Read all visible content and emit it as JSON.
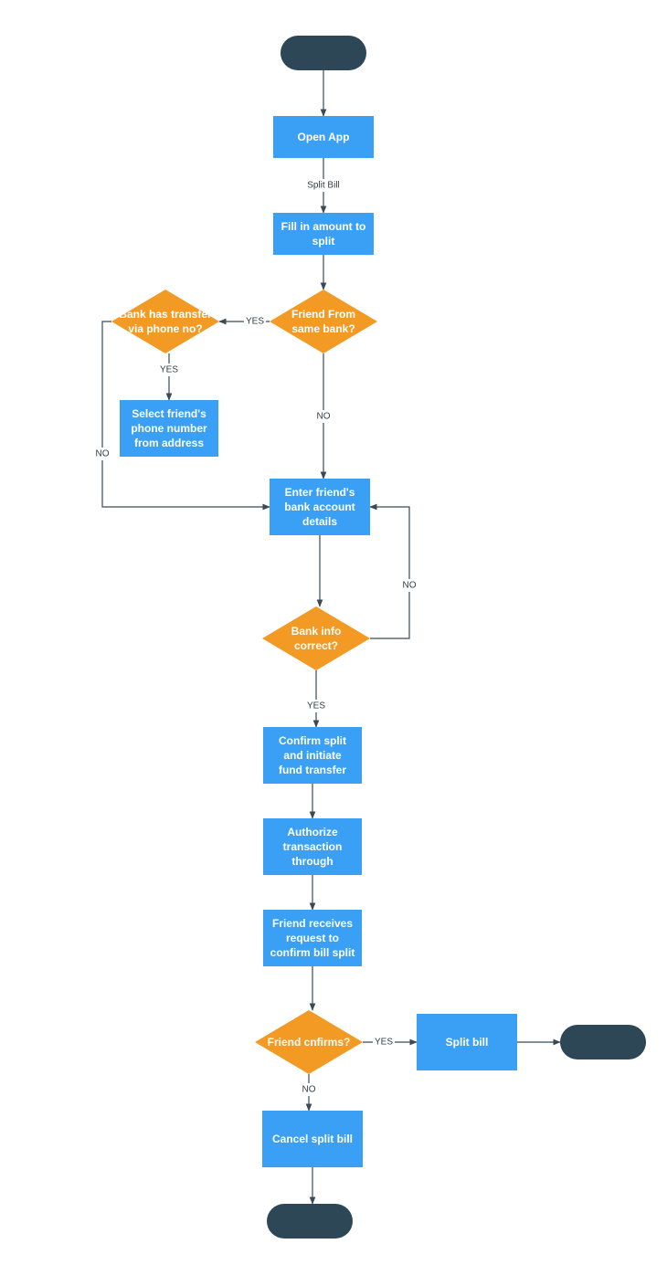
{
  "colors": {
    "process": "#3aa0f5",
    "decision": "#f39a24",
    "terminal": "#2e4756",
    "edge": "#3a4a57",
    "label_text": "#333d47"
  },
  "nodes": [
    {
      "id": "start",
      "shape": "terminal",
      "lines": []
    },
    {
      "id": "open_app",
      "shape": "process",
      "lines": [
        "Open App"
      ]
    },
    {
      "id": "fill_amount",
      "shape": "process",
      "lines": [
        "Fill in amount to",
        "split"
      ]
    },
    {
      "id": "same_bank",
      "shape": "decision",
      "lines": [
        "Friend From",
        "same bank?"
      ]
    },
    {
      "id": "bank_phone",
      "shape": "decision",
      "lines": [
        "Bank has transfer",
        "via phone no?"
      ]
    },
    {
      "id": "select_phone",
      "shape": "process",
      "lines": [
        "Select friend's",
        "phone number",
        "from address"
      ]
    },
    {
      "id": "enter_bank",
      "shape": "process",
      "lines": [
        "Enter friend's",
        "bank account",
        "details"
      ]
    },
    {
      "id": "bank_info",
      "shape": "decision",
      "lines": [
        "Bank info",
        "correct?"
      ]
    },
    {
      "id": "confirm_split",
      "shape": "process",
      "lines": [
        "Confirm split",
        "and initiate",
        "fund transfer"
      ]
    },
    {
      "id": "authorize",
      "shape": "process",
      "lines": [
        "Authorize",
        "transaction",
        "through"
      ]
    },
    {
      "id": "friend_receives",
      "shape": "process",
      "lines": [
        "Friend receives",
        "request to",
        "confirm bill split"
      ]
    },
    {
      "id": "friend_confirms",
      "shape": "decision",
      "lines": [
        "Friend cnfirms?"
      ]
    },
    {
      "id": "split_bill",
      "shape": "process",
      "lines": [
        "Split bill"
      ]
    },
    {
      "id": "end_right",
      "shape": "terminal",
      "lines": []
    },
    {
      "id": "cancel",
      "shape": "process",
      "lines": [
        "Cancel split bill"
      ]
    },
    {
      "id": "end_bottom",
      "shape": "terminal",
      "lines": []
    }
  ],
  "edges": [
    {
      "id": "e1",
      "from": "start",
      "to": "open_app",
      "label": ""
    },
    {
      "id": "e2",
      "from": "open_app",
      "to": "fill_amount",
      "label": "Split Bill"
    },
    {
      "id": "e3",
      "from": "fill_amount",
      "to": "same_bank",
      "label": ""
    },
    {
      "id": "e4",
      "from": "same_bank",
      "to": "bank_phone",
      "label": "YES"
    },
    {
      "id": "e5",
      "from": "bank_phone",
      "to": "select_phone",
      "label": "YES"
    },
    {
      "id": "e6",
      "from": "bank_phone",
      "to": "enter_bank",
      "label": "NO"
    },
    {
      "id": "e7",
      "from": "same_bank",
      "to": "enter_bank",
      "label": "NO"
    },
    {
      "id": "e8",
      "from": "enter_bank",
      "to": "bank_info",
      "label": ""
    },
    {
      "id": "e9",
      "from": "bank_info",
      "to": "enter_bank",
      "label": "NO"
    },
    {
      "id": "e10",
      "from": "bank_info",
      "to": "confirm_split",
      "label": "YES"
    },
    {
      "id": "e11",
      "from": "confirm_split",
      "to": "authorize",
      "label": ""
    },
    {
      "id": "e12",
      "from": "authorize",
      "to": "friend_receives",
      "label": ""
    },
    {
      "id": "e13",
      "from": "friend_receives",
      "to": "friend_confirms",
      "label": ""
    },
    {
      "id": "e14",
      "from": "friend_confirms",
      "to": "split_bill",
      "label": "YES"
    },
    {
      "id": "e15",
      "from": "split_bill",
      "to": "end_right",
      "label": ""
    },
    {
      "id": "e16",
      "from": "friend_confirms",
      "to": "cancel",
      "label": "NO"
    },
    {
      "id": "e17",
      "from": "cancel",
      "to": "end_bottom",
      "label": ""
    }
  ]
}
